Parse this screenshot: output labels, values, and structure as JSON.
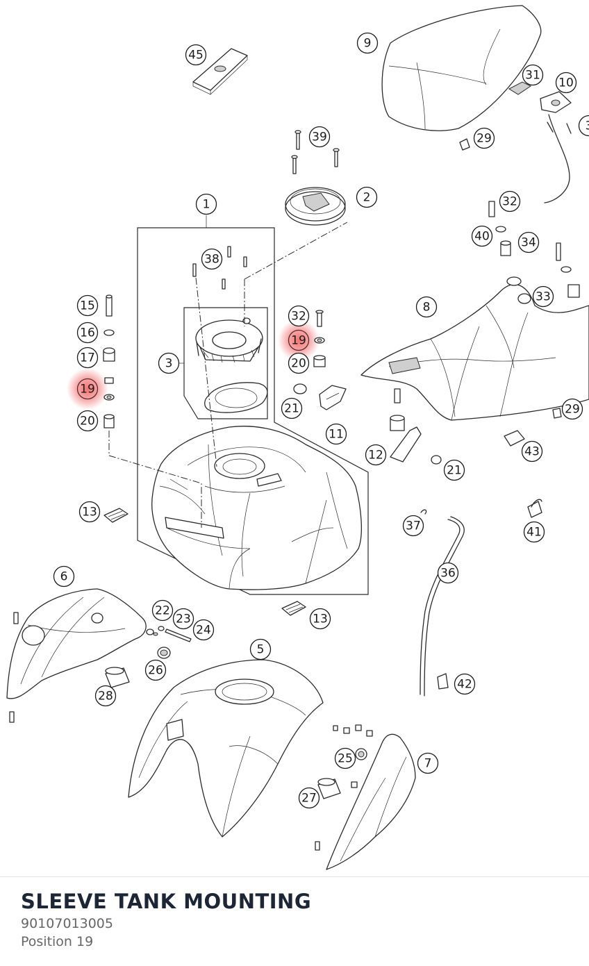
{
  "title": "SLEEVE TANK MOUNTING",
  "part_number": "90107013005",
  "position_label": "Position 19",
  "highlight_color": "#f26b6b",
  "callouts": [
    {
      "label": "45"
    },
    {
      "label": "9"
    },
    {
      "label": "31"
    },
    {
      "label": "10"
    },
    {
      "label": "3"
    },
    {
      "label": "29"
    },
    {
      "label": "39"
    },
    {
      "label": "2"
    },
    {
      "label": "1"
    },
    {
      "label": "32"
    },
    {
      "label": "40"
    },
    {
      "label": "34"
    },
    {
      "label": "38"
    },
    {
      "label": "33"
    },
    {
      "label": "8"
    },
    {
      "label": "15"
    },
    {
      "label": "32"
    },
    {
      "label": "19"
    },
    {
      "label": "16"
    },
    {
      "label": "17"
    },
    {
      "label": "3"
    },
    {
      "label": "20"
    },
    {
      "label": "19"
    },
    {
      "label": "21"
    },
    {
      "label": "20"
    },
    {
      "label": "11"
    },
    {
      "label": "29"
    },
    {
      "label": "12"
    },
    {
      "label": "43"
    },
    {
      "label": "21"
    },
    {
      "label": "13"
    },
    {
      "label": "37"
    },
    {
      "label": "41"
    },
    {
      "label": "36"
    },
    {
      "label": "6"
    },
    {
      "label": "22"
    },
    {
      "label": "23"
    },
    {
      "label": "24"
    },
    {
      "label": "13"
    },
    {
      "label": "5"
    },
    {
      "label": "26"
    },
    {
      "label": "42"
    },
    {
      "label": "28"
    },
    {
      "label": "25"
    },
    {
      "label": "7"
    },
    {
      "label": "27"
    }
  ]
}
